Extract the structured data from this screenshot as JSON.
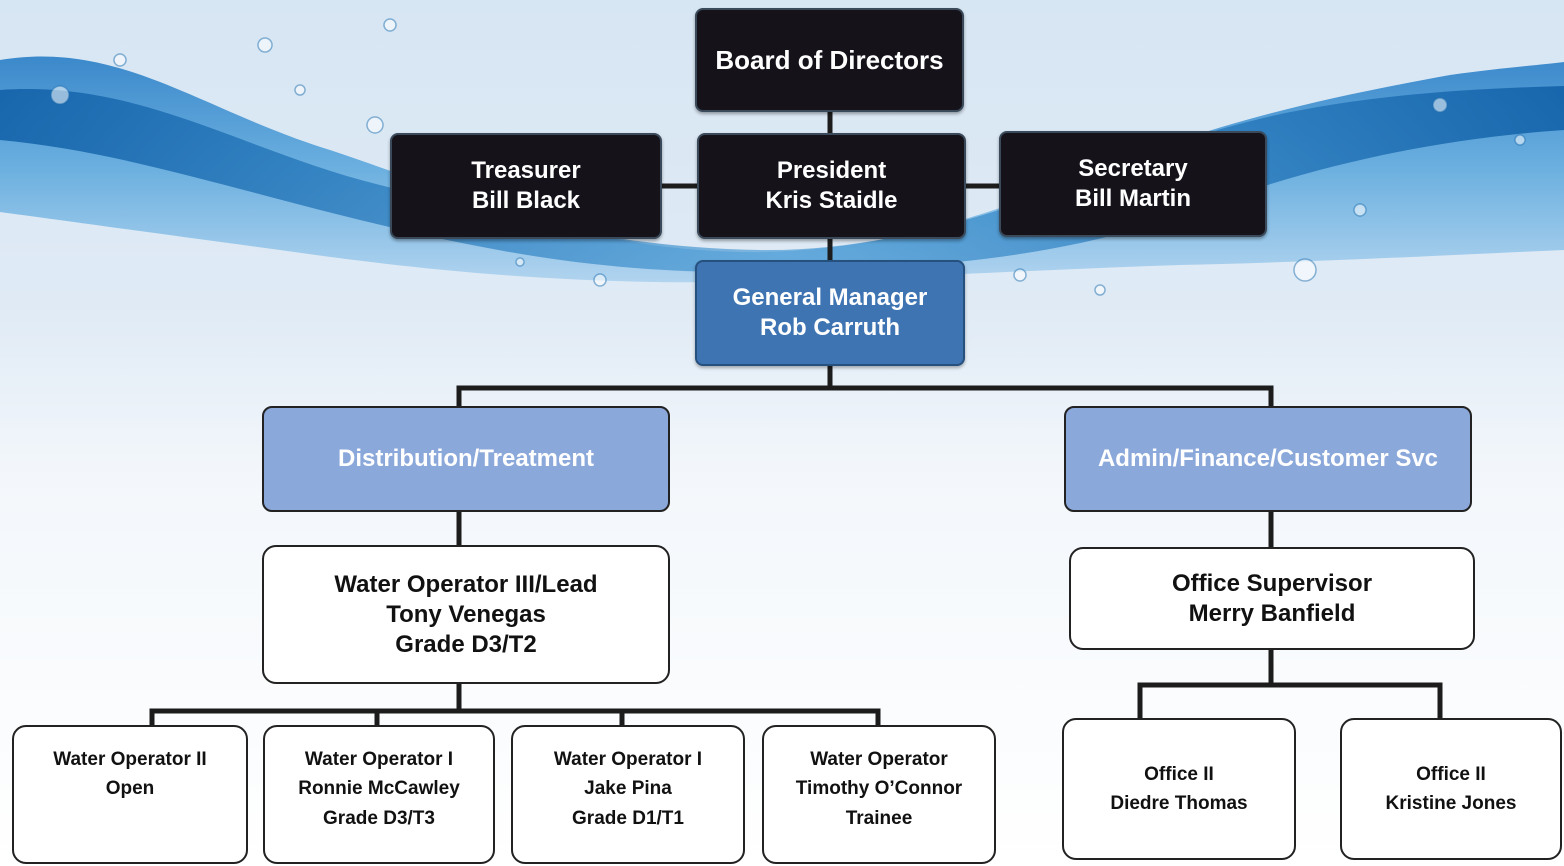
{
  "board": {
    "title": "Board of Directors"
  },
  "officers": {
    "treasurer": {
      "role": "Treasurer",
      "name": "Bill Black"
    },
    "president": {
      "role": "President",
      "name": "Kris Staidle"
    },
    "secretary": {
      "role": "Secretary",
      "name": "Bill Martin"
    }
  },
  "general_manager": {
    "role": "General Manager",
    "name": "Rob Carruth"
  },
  "departments": {
    "distribution": {
      "title": "Distribution/Treatment"
    },
    "admin": {
      "title": "Admin/Finance/Customer Svc"
    }
  },
  "lead_operator": {
    "role": "Water Operator III/Lead",
    "name": "Tony Venegas",
    "grade": "Grade D3/T2"
  },
  "office_supervisor": {
    "role": "Office Supervisor",
    "name": "Merry Banfield"
  },
  "operators": [
    {
      "role": "Water Operator II",
      "name": "Open"
    },
    {
      "role": "Water Operator I",
      "name": "Ronnie McCawley",
      "grade": "Grade D3/T3"
    },
    {
      "role": "Water Operator I",
      "name": "Jake Pina",
      "grade": "Grade D1/T1"
    },
    {
      "role": "Water Operator",
      "name": "Timothy O’Connor",
      "grade": "Trainee"
    }
  ],
  "office_staff": [
    {
      "role": "Office II",
      "name": "Diedre Thomas"
    },
    {
      "role": "Office II",
      "name": "Kristine Jones"
    }
  ],
  "colors": {
    "dark_box": "#15121a",
    "manager_box": "#3f74b3",
    "department_box": "#8ba8da",
    "staff_box": "#ffffff",
    "connector": "#1c1c1c",
    "water": "#3b8fd0"
  }
}
